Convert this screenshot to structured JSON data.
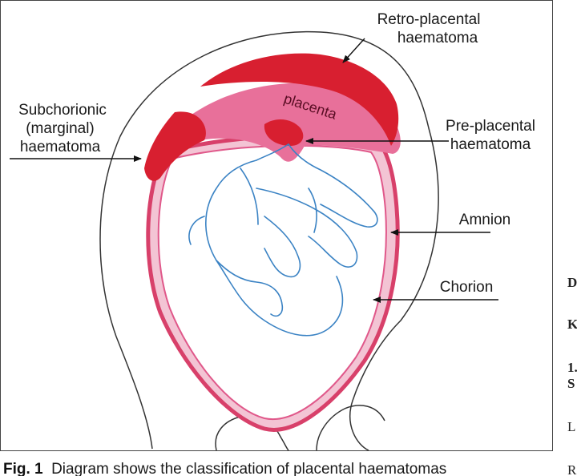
{
  "labels": {
    "retro_line1": "Retro-placental",
    "retro_line2": "haematoma",
    "sub_line1": "Subchorionic",
    "sub_line2": "(marginal)",
    "sub_line3": "haematoma",
    "placenta": "placenta",
    "pre_line1": "Pre-placental",
    "pre_line2": "haematoma",
    "amnion": "Amnion",
    "chorion": "Chorion"
  },
  "caption": {
    "prefix": "Fig. 1",
    "text": "Diagram shows the classification of placental haematomas"
  },
  "side_text": {
    "d": "D",
    "k": "K",
    "one": "1.",
    "s": "S",
    "l": "L",
    "r": "R"
  },
  "colors": {
    "haematoma": "#d81f30",
    "placenta": "#e8709a",
    "membrane": "#d8406a",
    "fetus": "#3b83c4",
    "uterus_outline": "#333333"
  }
}
